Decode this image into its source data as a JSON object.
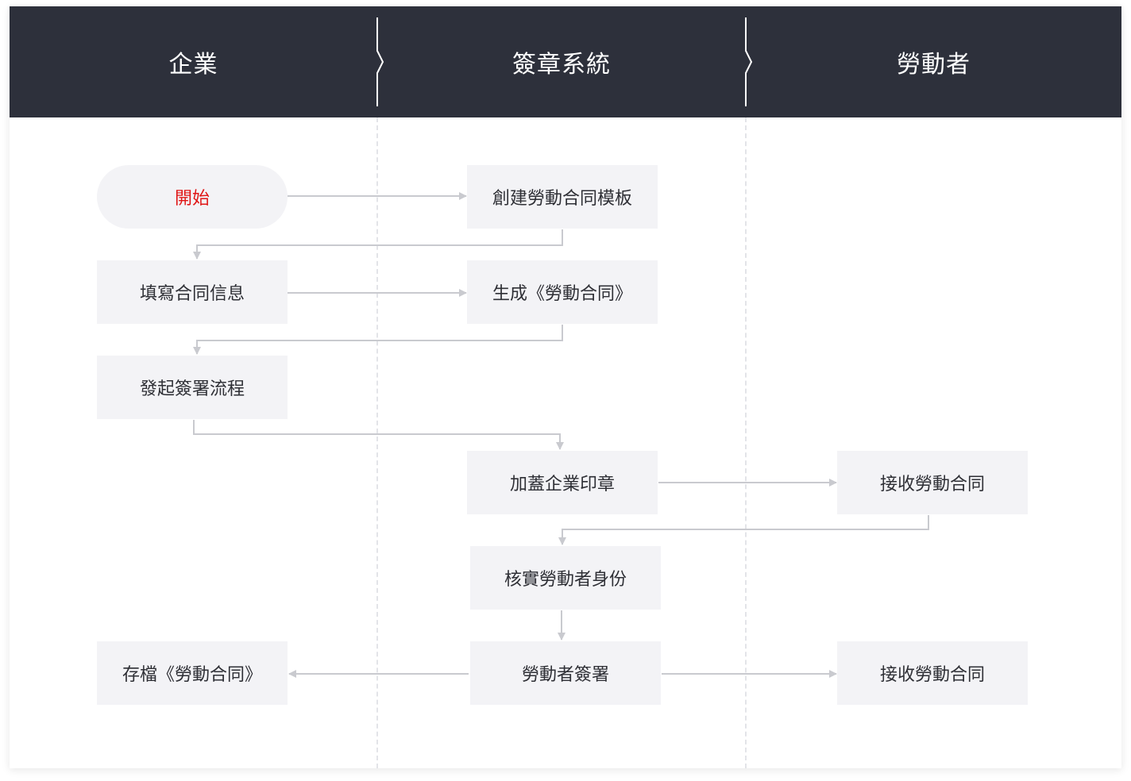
{
  "lanes": [
    "企業",
    "簽章系統",
    "勞動者"
  ],
  "nodes": {
    "start": "開始",
    "create_template": "創建勞動合同模板",
    "fill_info": "填寫合同信息",
    "generate_contract": "生成《勞動合同》",
    "initiate_signing": "發起簽署流程",
    "company_seal": "加蓋企業印章",
    "receive_contract_1": "接收勞動合同",
    "verify_identity": "核實勞動者身份",
    "worker_sign": "勞動者簽署",
    "archive_contract": "存檔《勞動合同》",
    "receive_contract_2": "接收勞動合同"
  },
  "colors": {
    "header_bg": "#2d303b",
    "node_bg": "#f3f3f6",
    "start_text": "#e01515",
    "connector": "#c9cacf"
  }
}
